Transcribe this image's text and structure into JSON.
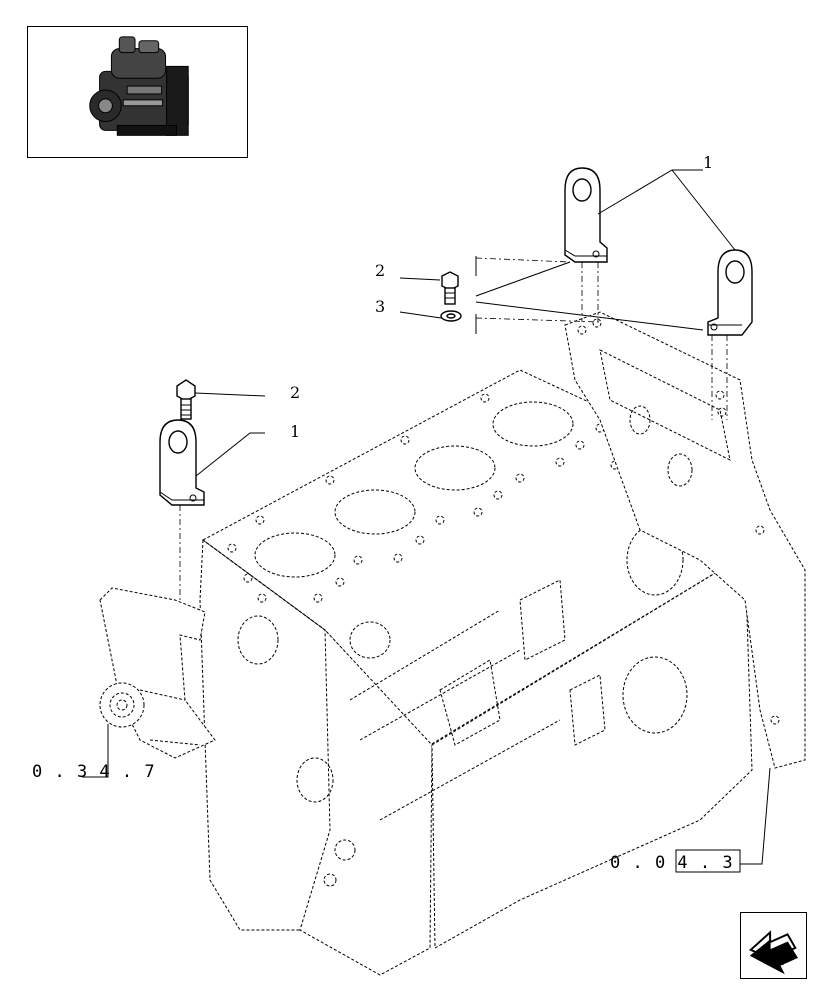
{
  "thumbnail": {
    "icon": "engine-thumbnail-icon"
  },
  "callouts": {
    "top_bracket_1": "1",
    "top_bolt_2": "2",
    "top_washer_3": "3",
    "left_bolt_2": "2",
    "left_bracket_1": "1"
  },
  "references": {
    "water_pump": "0 . 3 4 . 7",
    "rear_plate": "0 . 0 4 . 3"
  },
  "navigation": {
    "icon": "previous-page-arrow-icon"
  }
}
